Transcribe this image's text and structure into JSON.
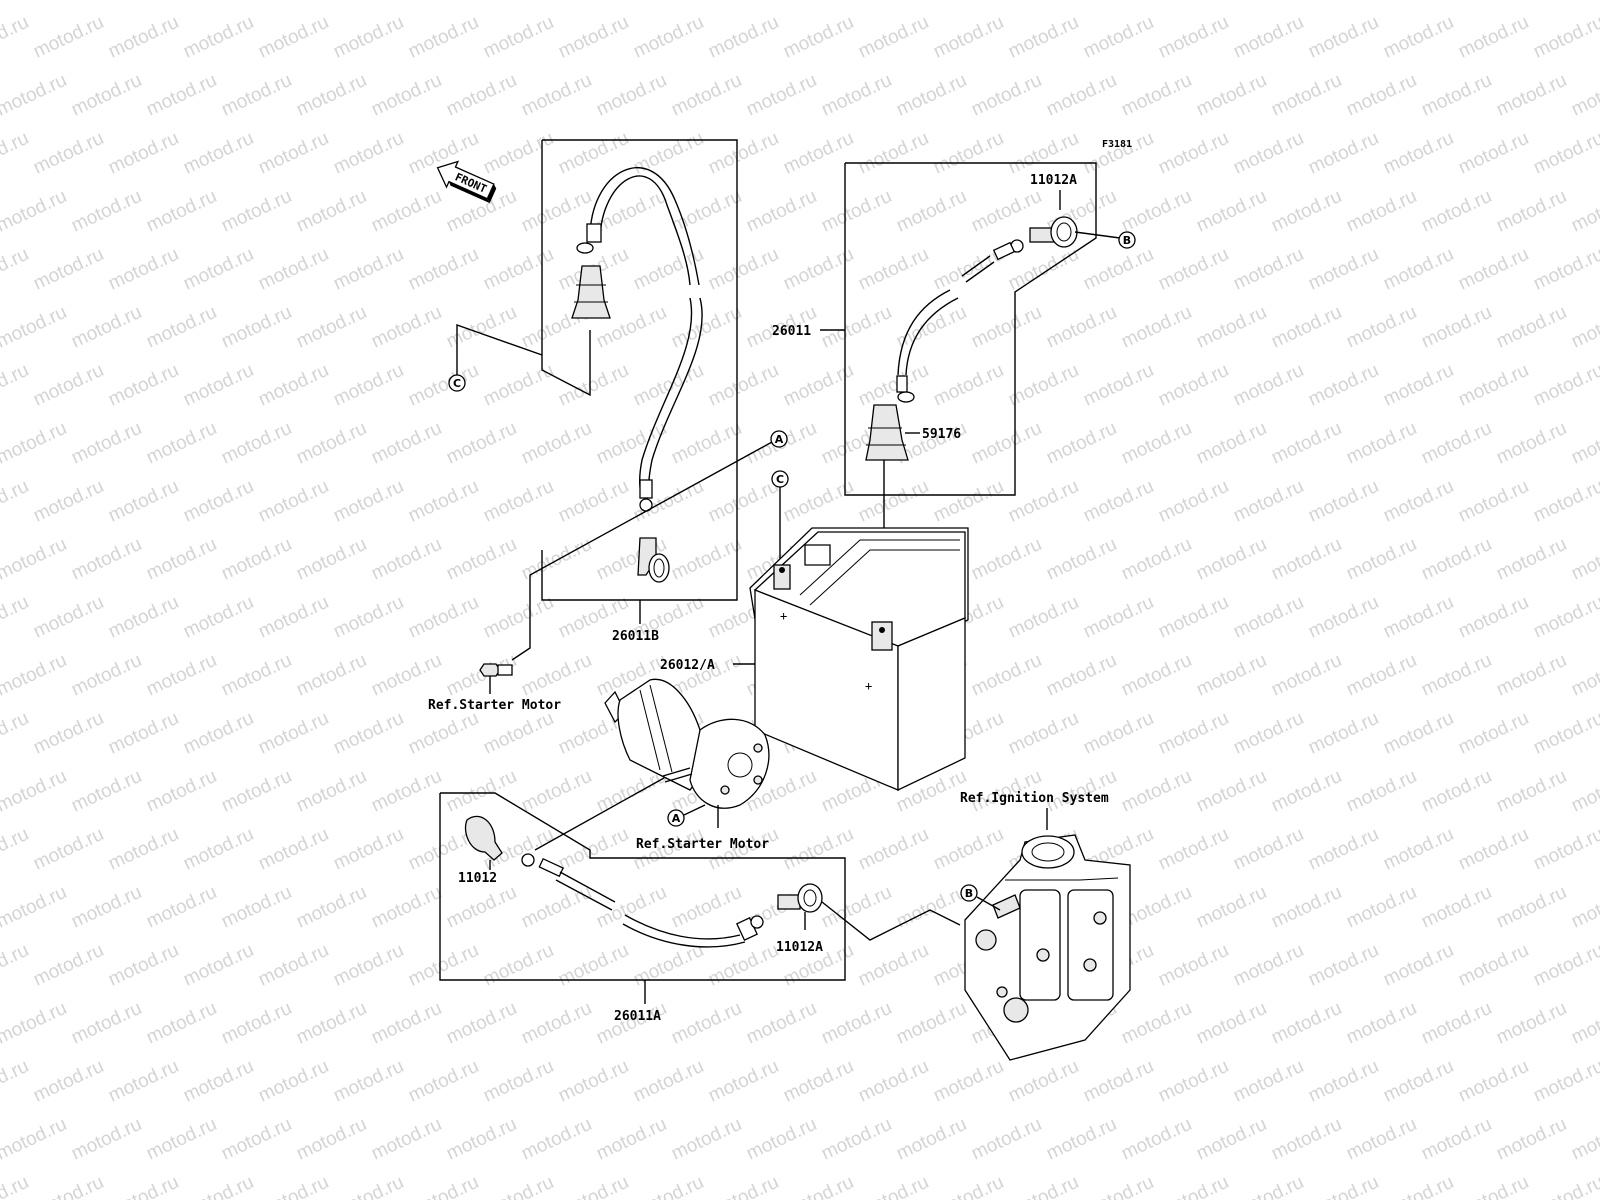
{
  "watermark": "motod.ru",
  "figure_code": "F3181",
  "front_label": "FRONT",
  "parts": {
    "p26011": "26011",
    "p11012A_top": "11012A",
    "p59176": "59176",
    "p26011B": "26011B",
    "p26012A": "26012/A",
    "p11012": "11012",
    "p11012A_bottom": "11012A",
    "p26011A": "26011A"
  },
  "refs": {
    "starter_motor_1": "Ref.Starter Motor",
    "starter_motor_2": "Ref.Starter Motor",
    "ignition_system": "Ref.Ignition System"
  },
  "callouts": {
    "a1": "A",
    "a2": "A",
    "b1": "B",
    "b2": "B",
    "c1": "C",
    "c2": "C"
  }
}
